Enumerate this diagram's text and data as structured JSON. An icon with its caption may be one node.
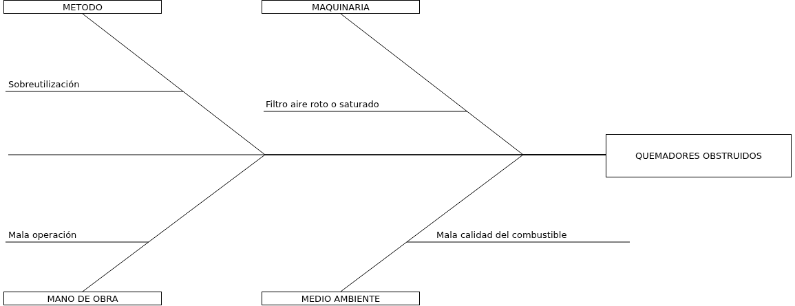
{
  "diagram": {
    "nodes": [
      {
        "text": [
          "METODO"
        ]
      },
      {
        "text": [
          "MAQUINARIA"
        ]
      },
      {
        "text": [
          "QUEMADORES OBSTRUIDOS"
        ]
      },
      {
        "text": [
          "MANO DE OBRA"
        ]
      },
      {
        "text": [
          "MEDIO AMBIENTE"
        ]
      },
      {
        "text": [
          "Sobreutilización"
        ]
      },
      {
        "text": [
          "Filtro aire roto o saturado"
        ]
      },
      {
        "text": [
          "Mala operación"
        ]
      },
      {
        "text": [
          "Mala calidad del combustible"
        ]
      }
    ],
    "edges": [
      {
        "from": 0,
        "to": 2,
        "arrow": "none"
      },
      {
        "from": 1,
        "to": 2,
        "arrow": "none"
      },
      {
        "from": 3,
        "to": 2,
        "arrow": "none"
      },
      {
        "from": 4,
        "to": 2,
        "arrow": "none"
      },
      {
        "from": null,
        "to": 2,
        "arrow": "none"
      },
      {
        "from": 5,
        "to": null,
        "arrow": "none"
      },
      {
        "from": 6,
        "to": null,
        "arrow": "none"
      },
      {
        "from": 7,
        "to": null,
        "arrow": "none"
      },
      {
        "from": 8,
        "to": null,
        "arrow": "none"
      }
    ]
  }
}
